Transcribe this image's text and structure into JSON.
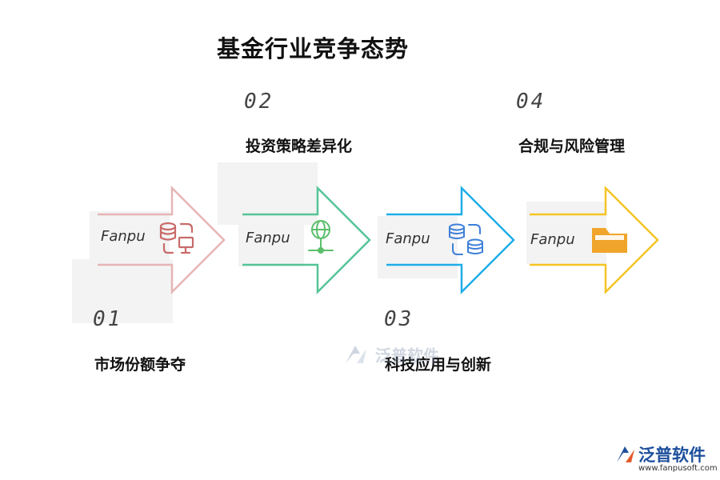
{
  "title": "基金行业竞争态势",
  "steps": [
    {
      "number": "01",
      "label": "市场份额争夺",
      "color": "#e6b5b5",
      "icon": "database-transfer-icon"
    },
    {
      "number": "02",
      "label": "投资策略差异化",
      "color": "#55c497",
      "icon": "globe-network-icon"
    },
    {
      "number": "03",
      "label": "科技应用与创新",
      "color": "#1eaee8",
      "icon": "database-sync-icon"
    },
    {
      "number": "04",
      "label": "合规与风险管理",
      "color": "#f5c425",
      "icon": "folder-icon"
    }
  ],
  "placeholder_text": "Fanpu",
  "watermark": {
    "text": "泛普软件"
  },
  "brand": {
    "name": "泛普软件",
    "url": "www.fanpusoft.com"
  }
}
